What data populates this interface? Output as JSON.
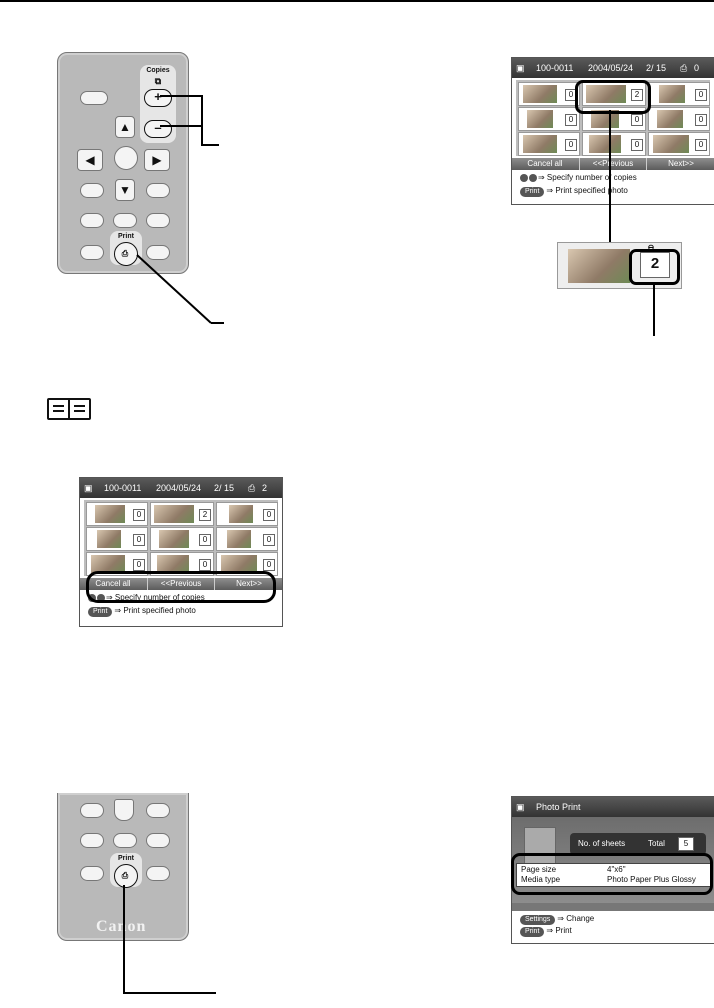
{
  "remote_top": {
    "copies_label": "Copies",
    "print_label": "Print",
    "arrow_up": "▲",
    "arrow_down": "▼",
    "arrow_left": "◀",
    "arrow_right": "▶",
    "plus": "+",
    "minus": "–"
  },
  "screen_top": {
    "folder": "100-0011",
    "date": "2004/05/24",
    "page": "2/ 15",
    "total_copies": "0",
    "counts": [
      "0",
      "2",
      "0",
      "0",
      "0",
      "0",
      "0",
      "0",
      "0"
    ],
    "cancel_all": "Cancel all",
    "previous": "<<Previous",
    "next": "Next>>",
    "hint_copies": "⇒ Specify number of copies",
    "print_pill": "Print",
    "hint_print": "⇒ Print specified photo"
  },
  "zoom": {
    "count": "2"
  },
  "screen_mid": {
    "folder": "100-0011",
    "date": "2004/05/24",
    "page": "2/ 15",
    "total_copies": "2",
    "counts": [
      "0",
      "2",
      "0",
      "0",
      "0",
      "0",
      "0",
      "0",
      "0"
    ],
    "cancel_all": "Cancel all",
    "previous": "<<Previous",
    "next": "Next>>",
    "hint_copies": "⇒ Specify number of copies",
    "print_pill": "Print",
    "hint_print": "⇒ Print specified photo"
  },
  "remote_bottom": {
    "print_label": "Print",
    "brand": "Canon"
  },
  "screen_bottom": {
    "title": "Photo Print",
    "sheets_label": "No. of sheets",
    "total_label": "Total",
    "total_value": "5",
    "page_size_label": "Page size",
    "page_size_value": "4\"x6\"",
    "media_type_label": "Media type",
    "media_type_value": "Photo Paper Plus Glossy",
    "settings_pill": "Settings",
    "hint_change": "⇒ Change",
    "print_pill": "Print",
    "hint_print": "⇒ Print"
  }
}
